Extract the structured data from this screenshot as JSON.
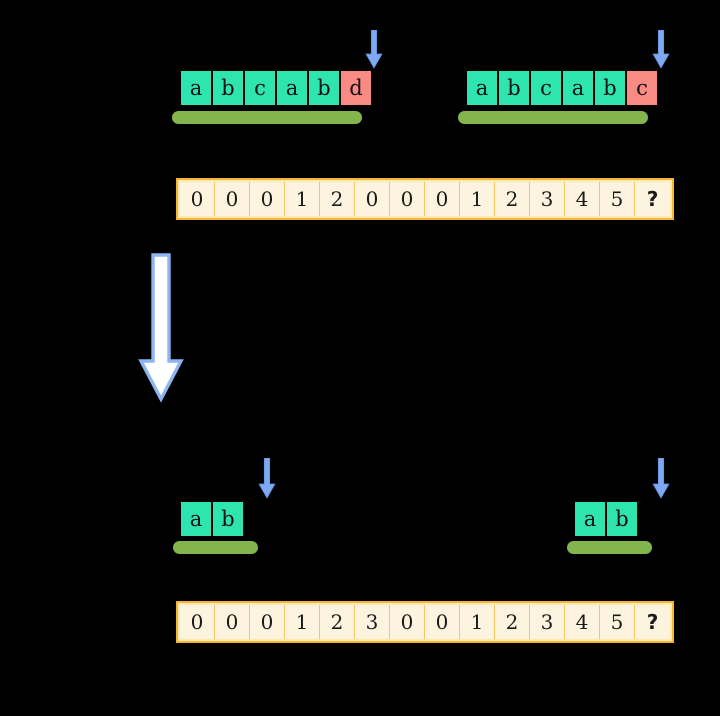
{
  "diagram": {
    "background_color": "#000000",
    "colors": {
      "match_cell": "#2EE5AF",
      "mismatch_cell": "#FA8A84",
      "highlight_bar": "#8DC653",
      "strip_border": "#F5B731",
      "strip_fill": "#FCF4DF",
      "arrow_fill": "#7FA9F0",
      "arrow_big_fill": "#FFFFFF",
      "arrow_big_stroke": "#8FB4F2"
    },
    "top": {
      "left_group": {
        "letters": [
          "a",
          "b",
          "c",
          "a",
          "b",
          "d"
        ],
        "states": [
          "match",
          "match",
          "match",
          "match",
          "match",
          "mismatch"
        ],
        "highlight_span": 5,
        "pointer_index": 5
      },
      "right_group": {
        "letters": [
          "a",
          "b",
          "c",
          "a",
          "b",
          "c"
        ],
        "states": [
          "match",
          "match",
          "match",
          "match",
          "match",
          "mismatch"
        ],
        "highlight_span": 5,
        "pointer_index": 5
      },
      "strip": {
        "values": [
          "0",
          "0",
          "0",
          "1",
          "2",
          "0",
          "0",
          "0",
          "1",
          "2",
          "3",
          "4",
          "5",
          "?"
        ],
        "unknown_index": 13
      }
    },
    "transition_arrow": {
      "direction": "down",
      "style": "hollow-outline"
    },
    "bottom": {
      "left_group": {
        "letters": [
          "a",
          "b"
        ],
        "states": [
          "match",
          "match"
        ],
        "highlight_span": 2,
        "pointer_index": 2
      },
      "right_group": {
        "letters": [
          "a",
          "b"
        ],
        "states": [
          "match",
          "match"
        ],
        "highlight_span": 2,
        "pointer_index": 2
      },
      "strip": {
        "values": [
          "0",
          "0",
          "0",
          "1",
          "2",
          "3",
          "0",
          "0",
          "1",
          "2",
          "3",
          "4",
          "5",
          "?"
        ],
        "unknown_index": 13
      }
    }
  }
}
